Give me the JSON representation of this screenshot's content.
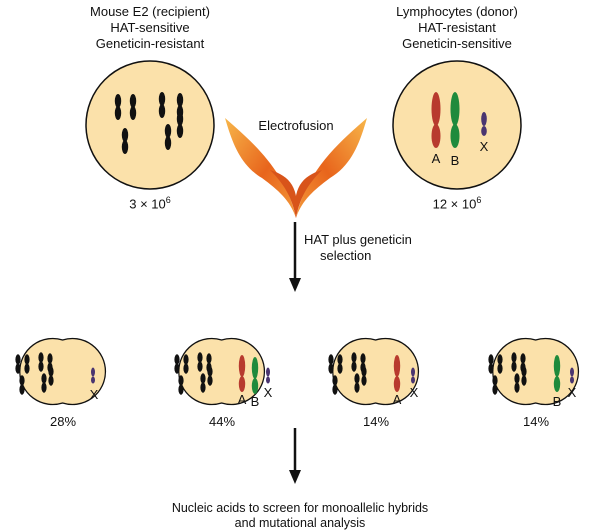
{
  "recipient": {
    "title": "Mouse E2 (recipient)",
    "line2": "HAT-sensitive",
    "line3": "Geneticin-resistant",
    "count_base": "3 × 10",
    "count_exp": "6"
  },
  "donor": {
    "title": "Lymphocytes (donor)",
    "line2": "HAT-resistant",
    "line3": "Geneticin-sensitive",
    "count_base": "12 × 10",
    "count_exp": "6",
    "chromosomes": [
      "A",
      "B",
      "X"
    ]
  },
  "fusion_label": "Electrofusion",
  "selection": {
    "line1": "HAT plus geneticin",
    "line2": "selection"
  },
  "hybrids": [
    {
      "percent": "28%",
      "labels": [
        "X"
      ]
    },
    {
      "percent": "44%",
      "labels": [
        "A",
        "B",
        "X"
      ]
    },
    {
      "percent": "14%",
      "labels": [
        "A",
        "X"
      ]
    },
    {
      "percent": "14%",
      "labels": [
        "B",
        "X"
      ]
    }
  ],
  "final": {
    "line1": "Nucleic acids to screen for monoallelic hybrids",
    "line2": "and mutational analysis"
  },
  "colors": {
    "cell_fill": "#fbe1aa",
    "chromosome_black": "#111111",
    "chrom_A": "#b83a2e",
    "chrom_B": "#1f8a3c",
    "chrom_X": "#4a3570",
    "flame_orange": "#e8651c",
    "flame_yellow": "#f7b64a"
  }
}
